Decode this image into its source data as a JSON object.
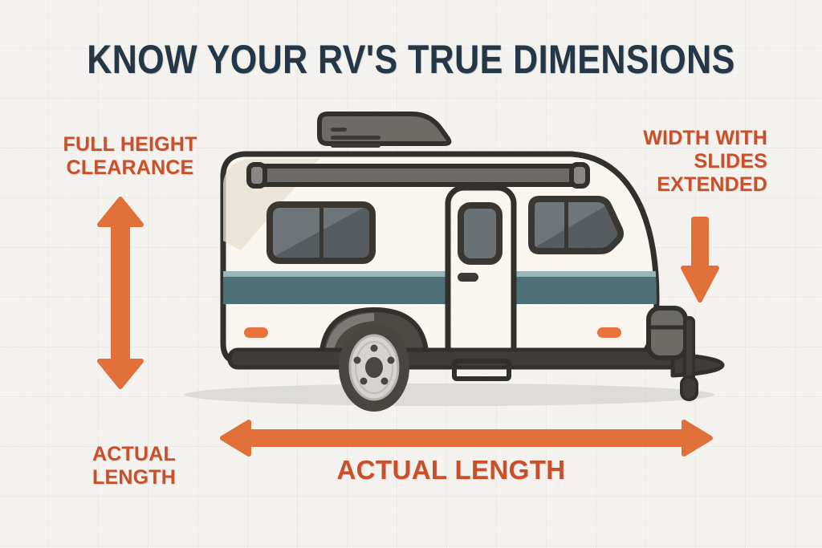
{
  "page": {
    "title": "KNOW YOUR RV'S TRUE DIMENSIONS",
    "background_color": "#f4f3f0",
    "title_color": "#253746",
    "accent_color": "#e2703a",
    "label_color": "#c8502a"
  },
  "labels": {
    "full_height_clearance": "FULL HEIGHT\nCLEARANCE",
    "width_with_slides_extended": "WIDTH WITH\nSLIDES\nEXTENDED",
    "actual_length_left": "ACTUAL\nLENGTH",
    "actual_length_main": "ACTUAL LENGTH"
  },
  "illustration": {
    "subject": "travel-trailer-rv-side-view",
    "body_color": "#fbf7f0",
    "outline_color": "#32302d",
    "stripe_color": "#4d7076",
    "stripe_highlight_color": "#8fb0b3",
    "glass_color": "#5a6266",
    "roof_ac_color": "#6c6b66",
    "chassis_color": "#403d38",
    "tire_color": "#494641",
    "wheel_hub_color": "#d6d4d0",
    "marker_light_color": "#e8733c",
    "shadow_color": "#d8d6d2",
    "parts": [
      "roof-air-conditioner",
      "awning-rail",
      "front-window",
      "rear-window",
      "entry-door",
      "door-window",
      "door-handle",
      "side-stripe",
      "wheel",
      "wheel-fender",
      "chassis-frame",
      "entry-step",
      "propane-tank",
      "tongue-jack",
      "marker-lights",
      "ground-shadow"
    ]
  },
  "arrows": {
    "height_arrow": {
      "name": "vertical-double-arrow",
      "orientation": "vertical",
      "double_headed": true,
      "color": "#e2703a"
    },
    "length_arrow": {
      "name": "horizontal-double-arrow",
      "orientation": "horizontal",
      "double_headed": true,
      "color": "#e2703a"
    },
    "width_arrow": {
      "name": "down-arrow",
      "orientation": "down",
      "double_headed": false,
      "color": "#e2703a"
    }
  }
}
